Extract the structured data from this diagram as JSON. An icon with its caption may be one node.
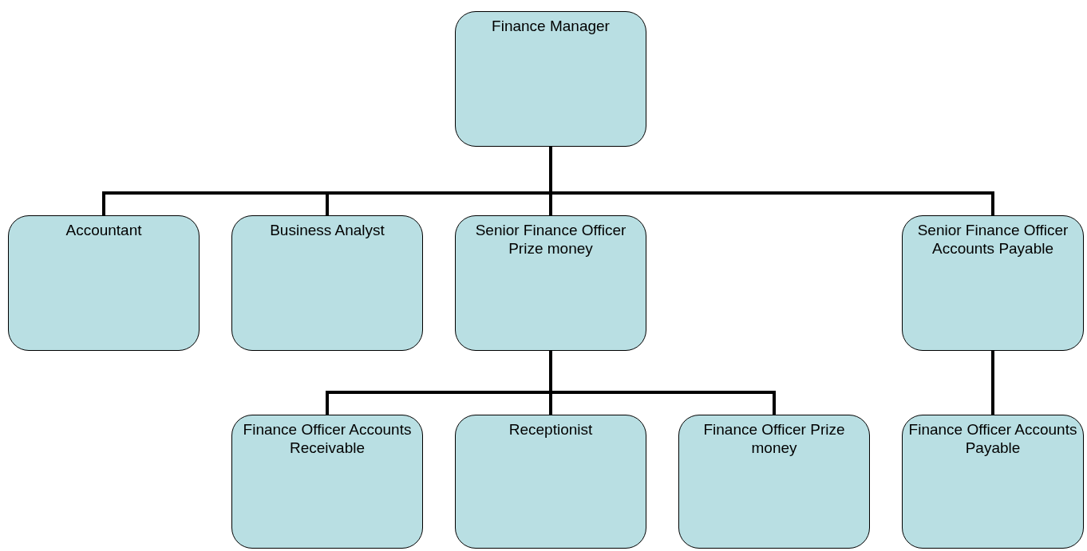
{
  "diagram": {
    "nodes": [
      {
        "text": [
          "Finance Manager"
        ]
      },
      {
        "text": [
          "Accountant"
        ]
      },
      {
        "text": [
          "Business Analyst"
        ]
      },
      {
        "text": [
          "Senior Finance Officer Prize money"
        ]
      },
      {
        "text": [
          "Senior Finance Officer Accounts Payable"
        ]
      },
      {
        "text": [
          "Finance Officer Accounts Receivable"
        ]
      },
      {
        "text": [
          "Receptionist"
        ]
      },
      {
        "text": [
          "Finance Officer Prize money"
        ]
      },
      {
        "text": [
          "Finance Officer Accounts Payable"
        ]
      }
    ],
    "edges": [
      {
        "from": 0,
        "to": 1,
        "arrow": "none"
      },
      {
        "from": 0,
        "to": 2,
        "arrow": "none"
      },
      {
        "from": 0,
        "to": 3,
        "arrow": "none"
      },
      {
        "from": 0,
        "to": 4,
        "arrow": "none"
      },
      {
        "from": 3,
        "to": 5,
        "arrow": "none"
      },
      {
        "from": 3,
        "to": 6,
        "arrow": "none"
      },
      {
        "from": 3,
        "to": 7,
        "arrow": "none"
      },
      {
        "from": 4,
        "to": 8,
        "arrow": "none"
      }
    ]
  }
}
